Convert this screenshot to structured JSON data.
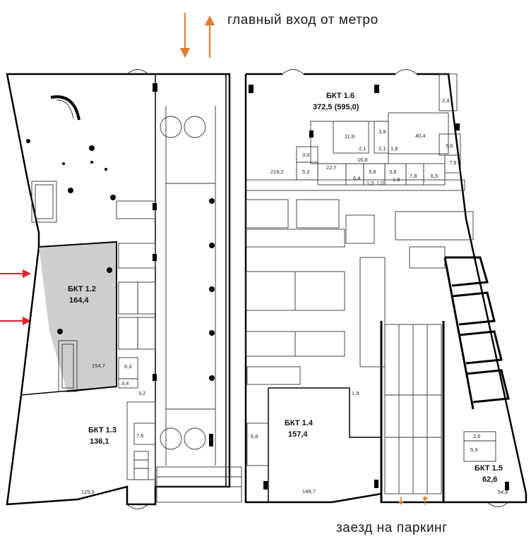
{
  "captions": {
    "metro_entrance": "главный вход от метро",
    "parking_entrance": "заезд на паркинг"
  },
  "colors": {
    "highlight_fill": "#cfcfcf",
    "entrance_arrow": "#e07a2f",
    "access_arrow": "#e0202a",
    "parking_arrow": "#e07a2f"
  },
  "icons": [
    "arrow-down-icon",
    "arrow-up-icon",
    "arrow-right-icon",
    "column-icon",
    "stair-icon",
    "door-swing-icon"
  ],
  "units": {
    "bkt_1_2": {
      "name": "БКТ 1.2",
      "area": "164,4",
      "highlighted": true,
      "rooms": [
        "154,7",
        "6,3",
        "3,4"
      ]
    },
    "bkt_1_3": {
      "name": "БКТ 1.3",
      "area": "136,1",
      "rooms": [
        "3,2",
        "7,6",
        "125,3"
      ]
    },
    "bkt_1_4": {
      "name": "БКТ 1.4",
      "area": "157,4",
      "rooms": [
        "1,9",
        "6,8",
        "148,7"
      ]
    },
    "bkt_1_5": {
      "name": "БКТ 1.5",
      "area": "62,6",
      "rooms": [
        "2,5",
        "5,3",
        "54,8"
      ]
    },
    "bkt_1_6": {
      "name": "БКТ 1.6",
      "area": "372,5 (595,0)",
      "rooms": [
        "2,4",
        "11,8",
        "3,9",
        "40,4",
        "2,1",
        "2,1",
        "1,8",
        "3,6",
        "3,0",
        "16,8",
        "7,9",
        "219,2",
        "5,3",
        "22,7",
        "3,8",
        "3,8",
        "7,8",
        "6,5",
        "6,4",
        "1,0",
        "1,0",
        "1,9"
      ]
    }
  }
}
